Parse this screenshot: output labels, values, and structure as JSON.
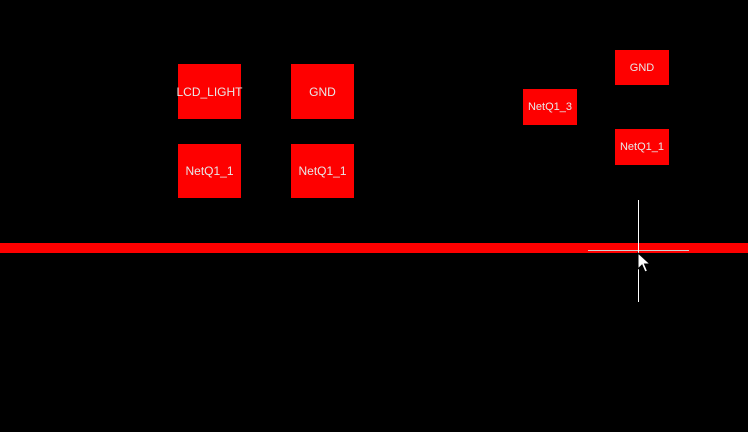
{
  "canvas": {
    "background_color": "#000000",
    "pad_color": "#fe0000",
    "pad_text_color": "#e8e8e8",
    "trace_color": "#fe0000",
    "crosshair_color": "#ffffff"
  },
  "pads": [
    {
      "net": "LCD_LIGHT"
    },
    {
      "net": "GND"
    },
    {
      "net": "NetQ1_1"
    },
    {
      "net": "NetQ1_1"
    },
    {
      "net": "NetQ1_3"
    },
    {
      "net": "GND"
    },
    {
      "net": "NetQ1_1"
    }
  ],
  "cursor": {
    "icon": "mouse-pointer-arrow-icon"
  }
}
